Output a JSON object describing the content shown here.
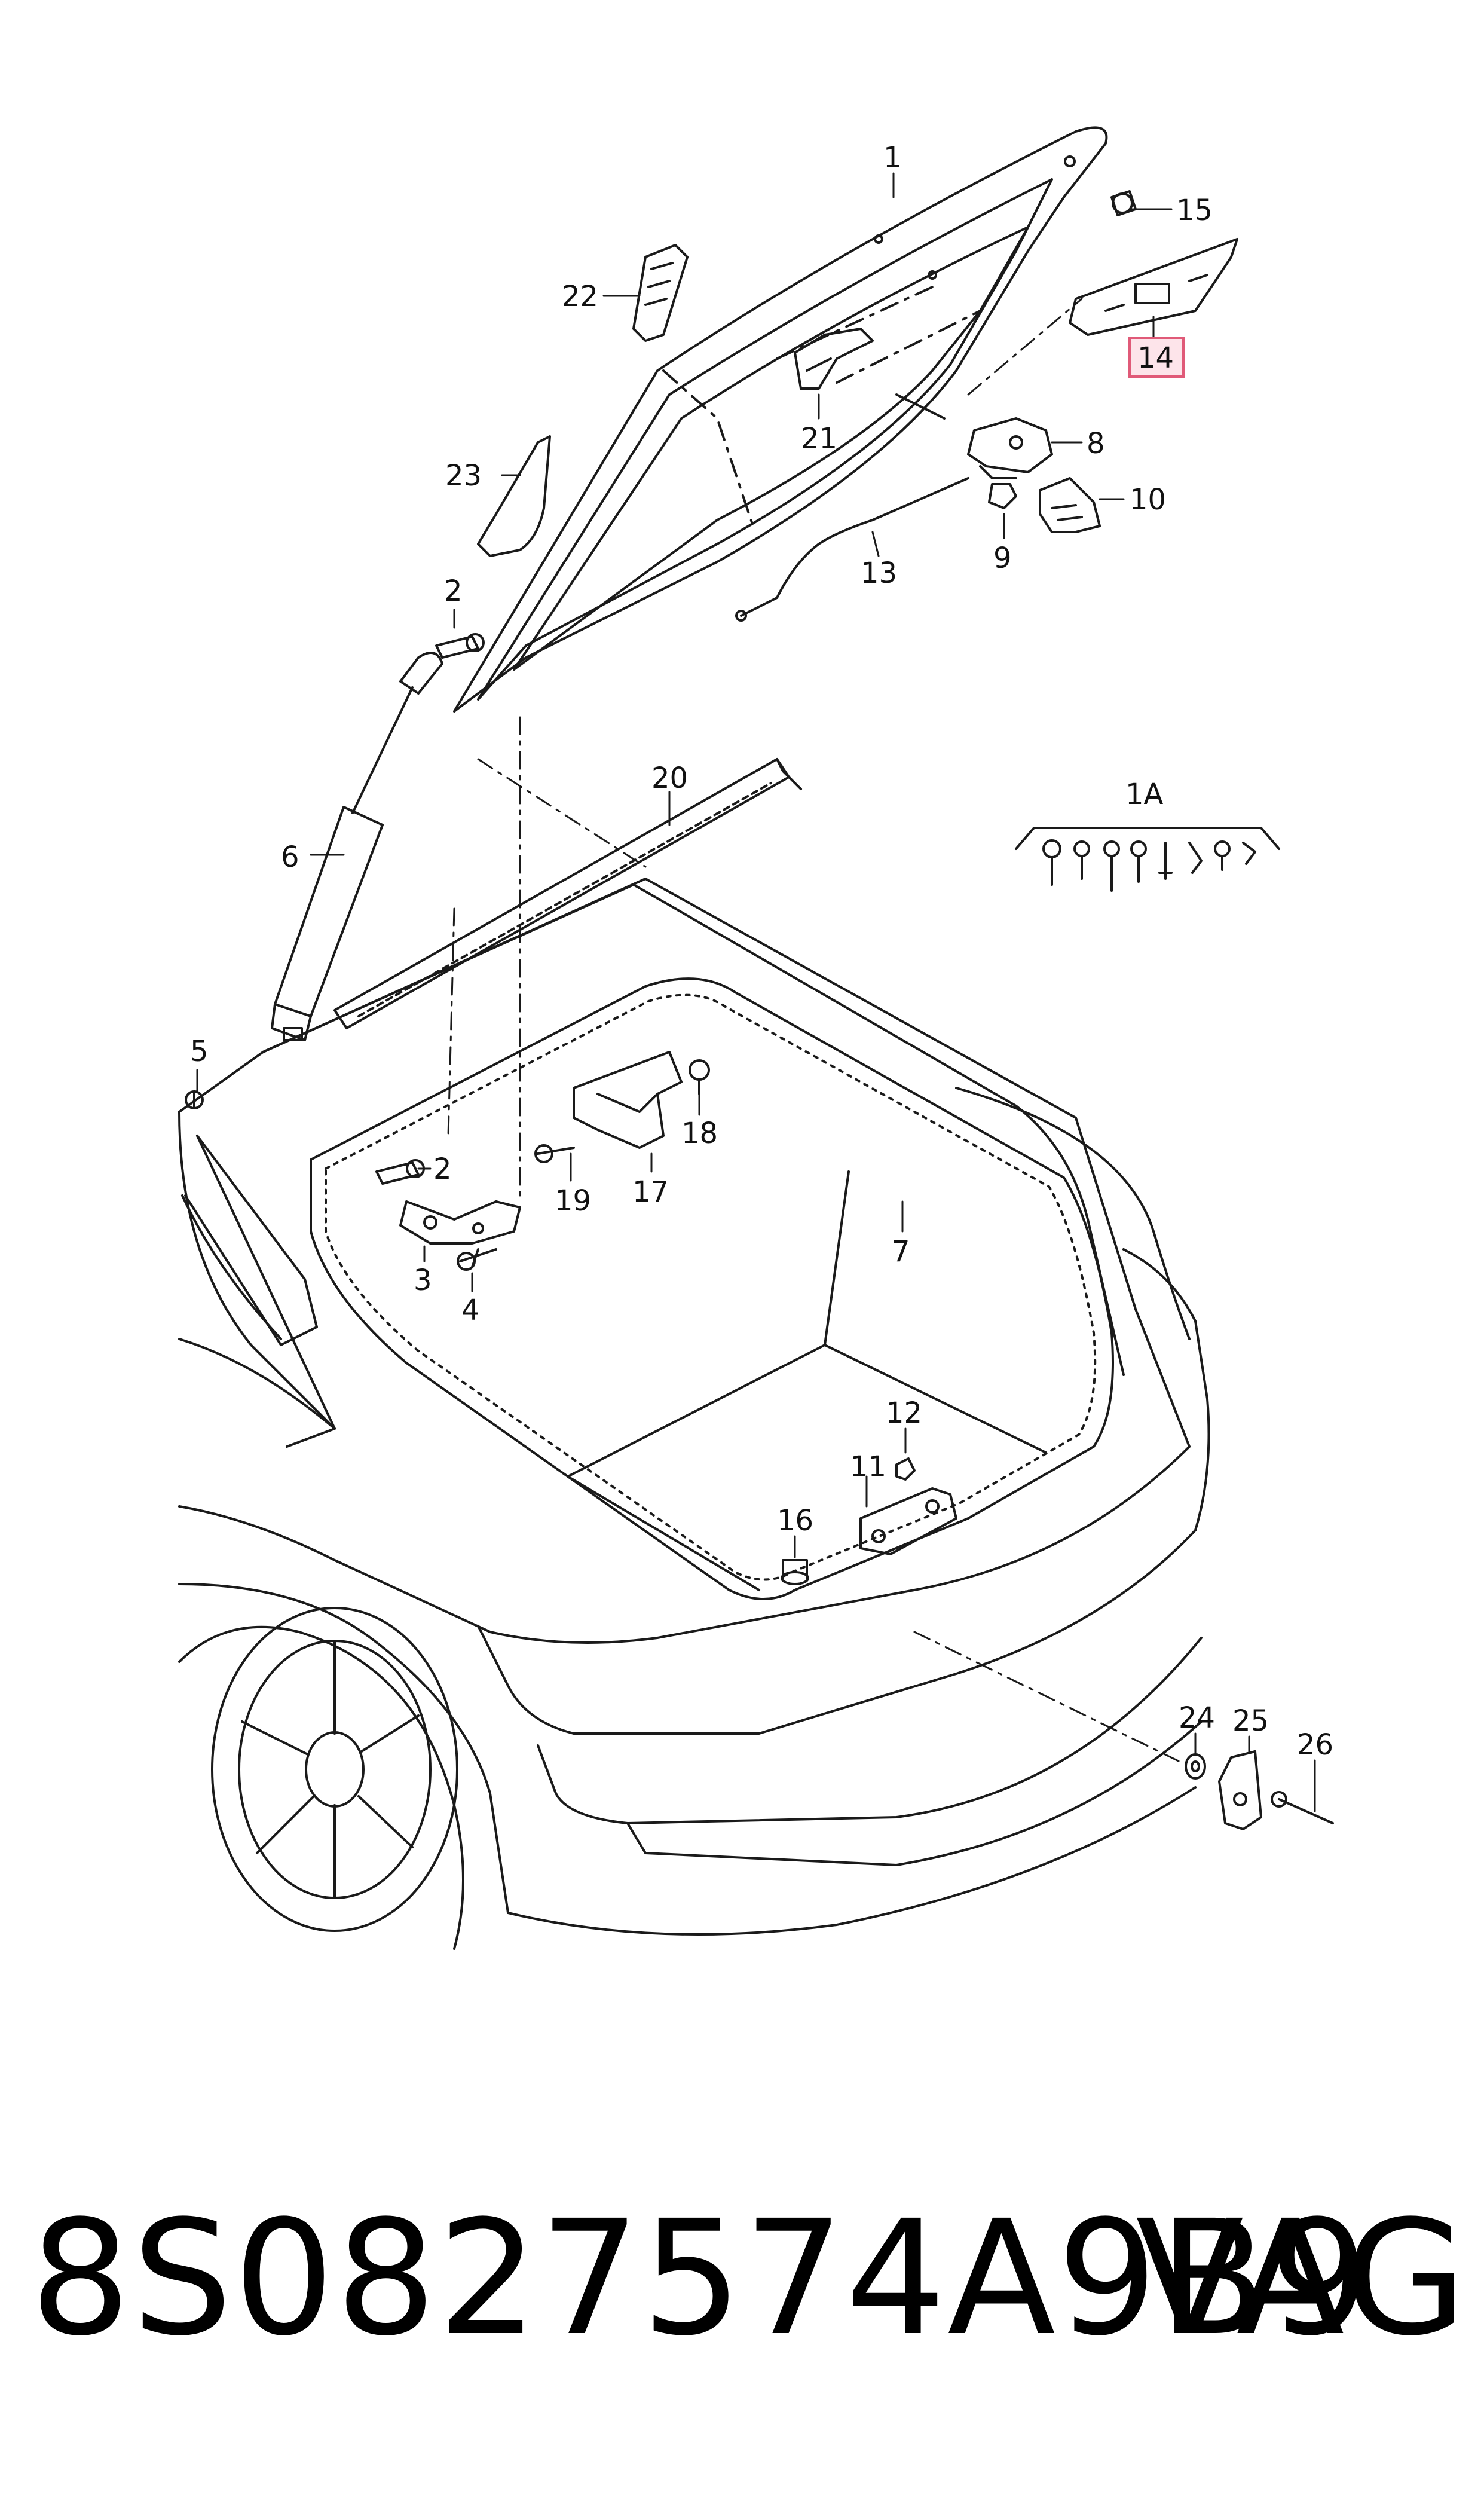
{
  "diagram": {
    "callouts": [
      {
        "id": "c1",
        "label": "1"
      },
      {
        "id": "c1a",
        "label": "1A"
      },
      {
        "id": "c2a",
        "label": "2"
      },
      {
        "id": "c2b",
        "label": "2"
      },
      {
        "id": "c3",
        "label": "3"
      },
      {
        "id": "c4",
        "label": "4"
      },
      {
        "id": "c5",
        "label": "5"
      },
      {
        "id": "c6",
        "label": "6"
      },
      {
        "id": "c7",
        "label": "7"
      },
      {
        "id": "c8",
        "label": "8"
      },
      {
        "id": "c9",
        "label": "9"
      },
      {
        "id": "c10",
        "label": "10"
      },
      {
        "id": "c11",
        "label": "11"
      },
      {
        "id": "c12",
        "label": "12"
      },
      {
        "id": "c13",
        "label": "13"
      },
      {
        "id": "c14",
        "label": "14",
        "highlighted": true
      },
      {
        "id": "c15",
        "label": "15"
      },
      {
        "id": "c16",
        "label": "16"
      },
      {
        "id": "c17",
        "label": "17"
      },
      {
        "id": "c18",
        "label": "18"
      },
      {
        "id": "c19",
        "label": "19"
      },
      {
        "id": "c20",
        "label": "20"
      },
      {
        "id": "c21",
        "label": "21"
      },
      {
        "id": "c22",
        "label": "22"
      },
      {
        "id": "c23",
        "label": "23"
      },
      {
        "id": "c24",
        "label": "24"
      },
      {
        "id": "c25",
        "label": "25"
      },
      {
        "id": "c26",
        "label": "26"
      }
    ],
    "colors": {
      "line": "#1a1a1a",
      "highlight_fill": "#fde4ea",
      "highlight_stroke": "#e05a78"
    }
  },
  "footer": {
    "part_number": "8S0827574A9B9",
    "brand": "VAG"
  }
}
